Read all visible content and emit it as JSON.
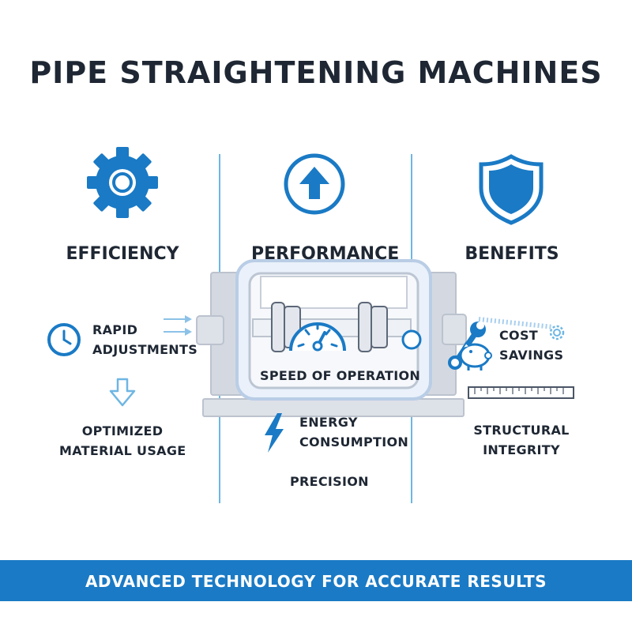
{
  "title": "PIPE STRAIGHTENING MACHINES",
  "colors": {
    "accent": "#1a7ac5",
    "dark": "#1e2733",
    "light_blue": "#6fb6e3",
    "machine_gray": "#d4d9e1"
  },
  "columns": {
    "efficiency": {
      "heading": "EFFICIENCY",
      "icon": "gear-icon",
      "items": [
        {
          "icon": "clock-icon",
          "text_lines": [
            "RAPID",
            "ADJUSTMENTS"
          ]
        },
        {
          "icon": "arrow-down-icon",
          "text_lines": [
            "OPTIMIZED",
            "MATERIAL USAGE"
          ]
        }
      ]
    },
    "performance": {
      "heading": "PERFORMANCE",
      "icon": "arrow-up-circle-icon",
      "items": [
        {
          "icon": "speedometer-icon",
          "text": "SPEED OF OPERATION"
        },
        {
          "icon": "lightning-icon",
          "text_lines": [
            "ENERGY",
            "CONSUMPTION"
          ]
        },
        {
          "text": "PRECISION"
        }
      ]
    },
    "benefits": {
      "heading": "BENEFITS",
      "icon": "shield-icon",
      "items": [
        {
          "icon": "wrench-piggy-bank-icon",
          "text_lines": [
            "COST",
            "SAVINGS"
          ]
        },
        {
          "icon": "ruler-icon",
          "text_lines": [
            "STRUCTURAL",
            "INTEGRITY"
          ]
        }
      ]
    }
  },
  "footer": {
    "text": "ADVANCED TECHNOLOGY FOR ACCURATE RESULTS"
  }
}
